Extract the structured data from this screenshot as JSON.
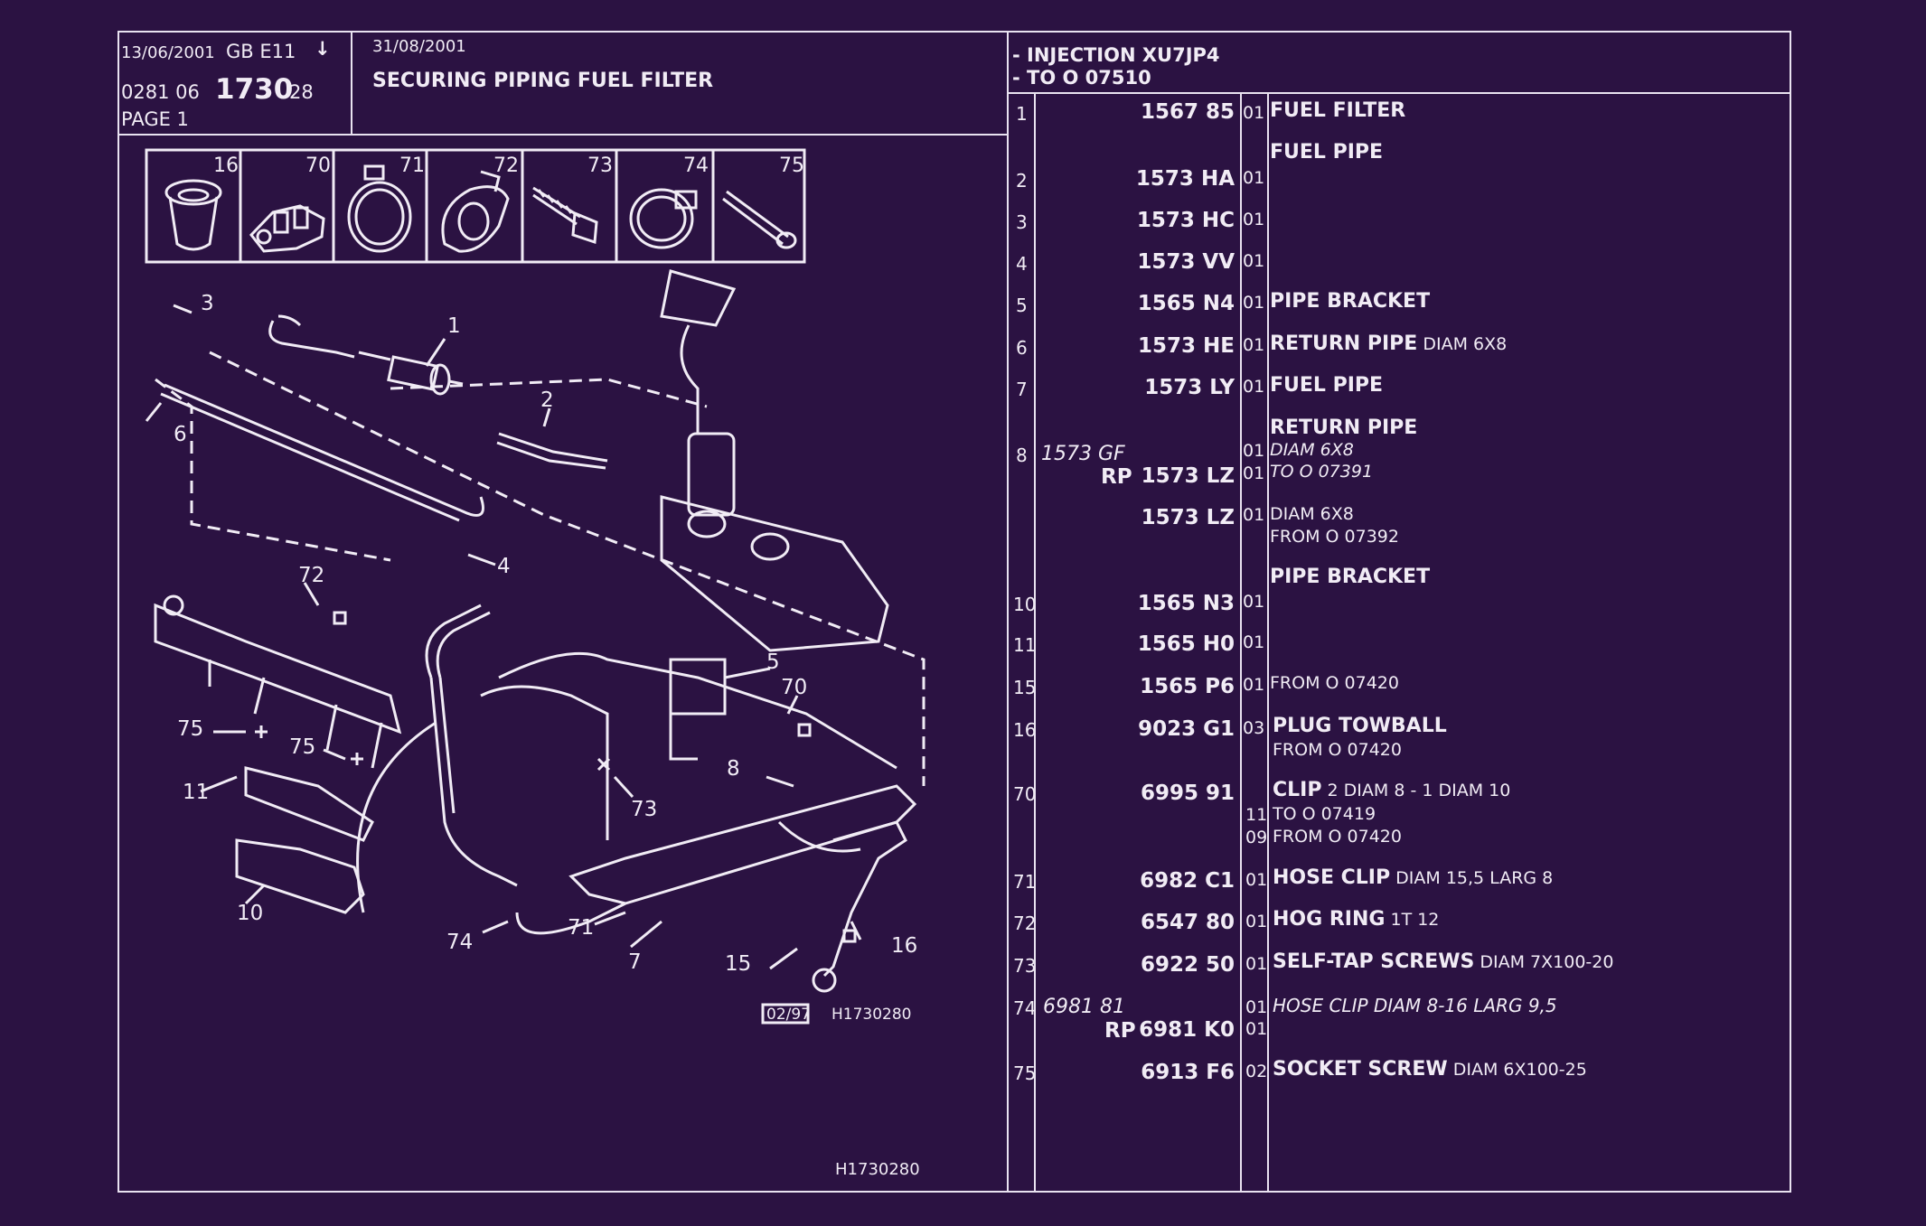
{
  "header": {
    "date1": "13/06/2001",
    "lang_code": "GB  E11",
    "arrow": "↓",
    "ref_prefix": "0281  06",
    "ref_number": "1730",
    "ref_suffix": "28",
    "page": "PAGE  1",
    "date2": "31/08/2001",
    "title": "SECURING PIPING FUEL FILTER",
    "scope_line1": "- INJECTION  XU7JP4",
    "scope_line2": "- TO  O   07510"
  },
  "diagram": {
    "thumb_labels": [
      "16",
      "70",
      "71",
      "72",
      "73",
      "74",
      "75"
    ],
    "callouts": [
      "3",
      "1",
      "6",
      "2",
      "4",
      "72",
      "5",
      "70",
      "75",
      "75",
      "11",
      "73",
      "8",
      "10",
      "74",
      "71",
      "7",
      "15",
      "16"
    ],
    "date_box": "02/97",
    "ref_small": "H1730280",
    "ref_bottom": "H1730280"
  },
  "parts": [
    {
      "no": "1",
      "alt": "",
      "rp": "",
      "ref": "1567 85",
      "qty": "01",
      "name": "FUEL FILTER",
      "extra": ""
    },
    {
      "no": "",
      "alt": "",
      "rp": "",
      "ref": "",
      "qty": "",
      "name": "FUEL PIPE",
      "extra": ""
    },
    {
      "no": "2",
      "alt": "",
      "rp": "",
      "ref": "1573 HA",
      "qty": "01",
      "name": "",
      "extra": ""
    },
    {
      "no": "3",
      "alt": "",
      "rp": "",
      "ref": "1573 HC",
      "qty": "01",
      "name": "",
      "extra": ""
    },
    {
      "no": "4",
      "alt": "",
      "rp": "",
      "ref": "1573 VV",
      "qty": "01",
      "name": "",
      "extra": ""
    },
    {
      "no": "5",
      "alt": "",
      "rp": "",
      "ref": "1565 N4",
      "qty": "01",
      "name": "PIPE BRACKET",
      "extra": ""
    },
    {
      "no": "6",
      "alt": "",
      "rp": "",
      "ref": "1573 HE",
      "qty": "01",
      "name": "RETURN PIPE",
      "extra": " DIAM 6X8"
    },
    {
      "no": "7",
      "alt": "",
      "rp": "",
      "ref": "1573 LY",
      "qty": "01",
      "name": "FUEL PIPE",
      "extra": ""
    },
    {
      "no": "",
      "alt": "",
      "rp": "",
      "ref": "",
      "qty": "",
      "name": "RETURN PIPE",
      "extra": ""
    },
    {
      "no": "8",
      "alt": "1573 GF",
      "rp": "",
      "ref": "",
      "qty": "01",
      "name": "",
      "extra": "DIAM 6X8"
    },
    {
      "no": "",
      "alt": "",
      "rp": "RP",
      "ref": "1573 LZ",
      "qty": "01",
      "name": "",
      "extra": "TO  O  07391"
    },
    {
      "no": "",
      "alt": "",
      "rp": "",
      "ref": "1573 LZ",
      "qty": "01",
      "name": "",
      "extra": "DIAM 6X8"
    },
    {
      "no": "",
      "alt": "",
      "rp": "",
      "ref": "",
      "qty": "",
      "name": "",
      "extra": "FROM  O  07392"
    },
    {
      "no": "",
      "alt": "",
      "rp": "",
      "ref": "",
      "qty": "",
      "name": "PIPE BRACKET",
      "extra": ""
    },
    {
      "no": "10",
      "alt": "",
      "rp": "",
      "ref": "1565 N3",
      "qty": "01",
      "name": "",
      "extra": ""
    },
    {
      "no": "11",
      "alt": "",
      "rp": "",
      "ref": "1565 H0",
      "qty": "01",
      "name": "",
      "extra": ""
    },
    {
      "no": "15",
      "alt": "",
      "rp": "",
      "ref": "1565 P6",
      "qty": "01",
      "name": "",
      "extra": "FROM  O  07420"
    },
    {
      "no": "16",
      "alt": "",
      "rp": "",
      "ref": "9023 G1",
      "qty": "03",
      "name": "PLUG TOWBALL",
      "extra": ""
    },
    {
      "no": "",
      "alt": "",
      "rp": "",
      "ref": "",
      "qty": "",
      "name": "",
      "extra": "FROM  O  07420"
    },
    {
      "no": "70",
      "alt": "",
      "rp": "",
      "ref": "6995 91",
      "qty": "",
      "name": "CLIP",
      "extra": " 2 DIAM 8 - 1 DIAM 10"
    },
    {
      "no": "",
      "alt": "",
      "rp": "",
      "ref": "",
      "qty": "11",
      "name": "",
      "extra": "TO  O  07419"
    },
    {
      "no": "",
      "alt": "",
      "rp": "",
      "ref": "",
      "qty": "09",
      "name": "",
      "extra": "FROM  O  07420"
    },
    {
      "no": "71",
      "alt": "",
      "rp": "",
      "ref": "6982 C1",
      "qty": "01",
      "name": "HOSE CLIP",
      "extra": " DIAM 15,5 LARG 8"
    },
    {
      "no": "72",
      "alt": "",
      "rp": "",
      "ref": "6547 80",
      "qty": "01",
      "name": "HOG RING",
      "extra": " 1T 12"
    },
    {
      "no": "73",
      "alt": "",
      "rp": "",
      "ref": "6922 50",
      "qty": "01",
      "name": "SELF-TAP SCREWS",
      "extra": " DIAM 7X100-20"
    },
    {
      "no": "74",
      "alt": "6981 81",
      "rp": "",
      "ref": "",
      "qty": "01",
      "name": "",
      "extra": "HOSE CLIP DIAM 8-16 LARG 9,5"
    },
    {
      "no": "",
      "alt": "",
      "rp": "RP",
      "ref": "6981 K0",
      "qty": "01",
      "name": "",
      "extra": ""
    },
    {
      "no": "75",
      "alt": "",
      "rp": "",
      "ref": "6913 F6",
      "qty": "02",
      "name": "SOCKET SCREW",
      "extra": " DIAM 6X100-25"
    }
  ]
}
